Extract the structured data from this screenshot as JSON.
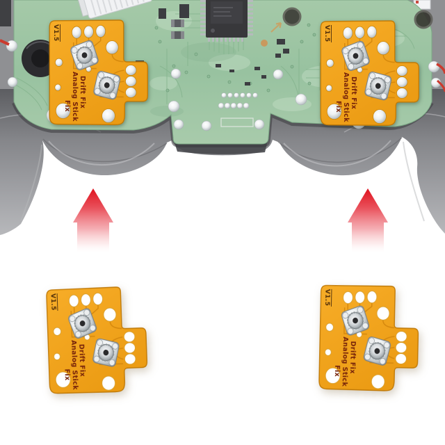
{
  "modules": [
    {
      "location": "installed-left",
      "version": "V1.5",
      "label_line1": "Drift Fix",
      "label_line2": "Analog Stick",
      "label_line3": "Fix"
    },
    {
      "location": "installed-right",
      "version": "V1.5",
      "label_line1": "Drift Fix",
      "label_line2": "Analog Stick",
      "label_line3": "Fix"
    },
    {
      "location": "loose-left",
      "version": "V1.5",
      "label_line1": "Drift Fix",
      "label_line2": "Analog Stick",
      "label_line3": "Fix"
    },
    {
      "location": "loose-right",
      "version": "V1.5",
      "label_line1": "Drift Fix",
      "label_line2": "Analog Stick",
      "label_line3": "Fix"
    }
  ],
  "arrows": [
    {
      "icon": "up-arrow",
      "style": "red-gradient-fading-down"
    },
    {
      "icon": "up-arrow",
      "style": "red-gradient-fading-down"
    }
  ],
  "colors": {
    "background": "#ffffff",
    "pcb_green": "#9cc4a2",
    "pcb_trace_green": "#83b28c",
    "module_orange": "#f2a41e",
    "module_trace_orange": "#d6890e",
    "silkscreen_text": "#76230a",
    "version_text": "#53300a",
    "arrow_red": "#df121e",
    "shell_gray": "#8b8c90",
    "solder_silver": "#d9dde0",
    "chip_black": "#38383b",
    "wire_red": "#cb3b2e"
  }
}
